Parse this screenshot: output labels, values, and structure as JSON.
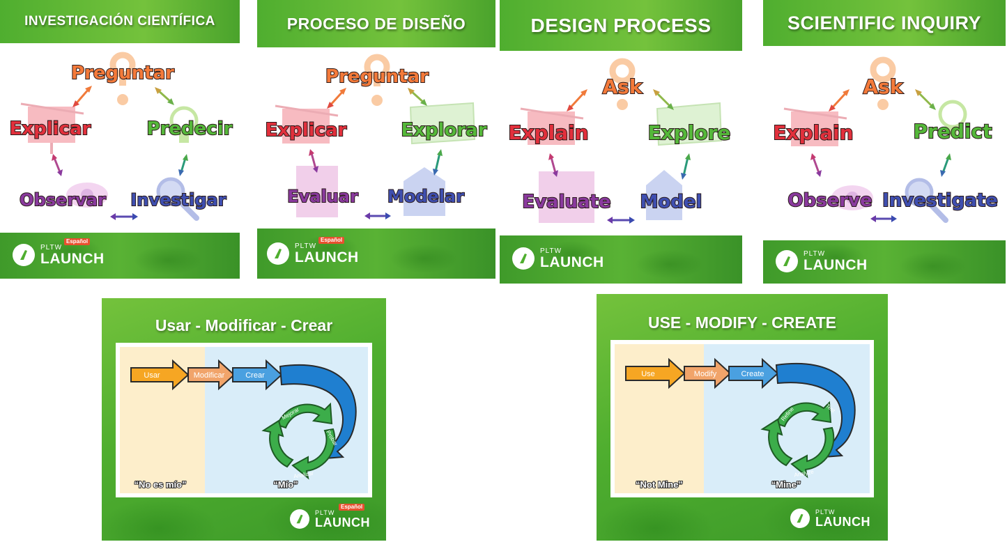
{
  "posters": {
    "inquiry_es": {
      "title": "INVESTIGACIÓN CIENTÍFICA",
      "nodes": {
        "top": "Preguntar",
        "left": "Explicar",
        "right": "Predecir",
        "bottom_left": "Observar",
        "bottom_right": "Investigar"
      },
      "logo": {
        "pltw": "PLTW",
        "launch": "LAUNCH",
        "badge": "Español"
      }
    },
    "design_es": {
      "title": "PROCESO DE DISEÑO",
      "nodes": {
        "top": "Preguntar",
        "left": "Explicar",
        "right": "Explorar",
        "bottom_left": "Evaluar",
        "bottom_right": "Modelar"
      },
      "logo": {
        "pltw": "PLTW",
        "launch": "LAUNCH",
        "badge": "Español"
      }
    },
    "design_en": {
      "title": "DESIGN PROCESS",
      "nodes": {
        "top": "Ask",
        "left": "Explain",
        "right": "Explore",
        "bottom_left": "Evaluate",
        "bottom_right": "Model"
      },
      "logo": {
        "pltw": "PLTW",
        "launch": "LAUNCH"
      }
    },
    "inquiry_en": {
      "title": "SCIENTIFIC INQUIRY",
      "nodes": {
        "top": "Ask",
        "left": "Explain",
        "right": "Predict",
        "bottom_left": "Observe",
        "bottom_right": "Investigate"
      },
      "logo": {
        "pltw": "PLTW",
        "launch": "LAUNCH"
      }
    },
    "umc_es": {
      "title": "Usar - Modificar - Crear",
      "arrows": [
        "Usar",
        "Modificar",
        "Crear"
      ],
      "cycle": [
        "Mejorar",
        "Probar",
        "Analizar"
      ],
      "zones": [
        "“No es mío”",
        "“Mío”"
      ],
      "logo": {
        "pltw": "PLTW",
        "launch": "LAUNCH",
        "badge": "Español"
      }
    },
    "umc_en": {
      "title": "USE - MODIFY - CREATE",
      "arrows": [
        "Use",
        "Modify",
        "Create"
      ],
      "cycle": [
        "Refine",
        "Test",
        "Analyze"
      ],
      "zones": [
        "“Not Mine”",
        "“Mine”"
      ],
      "logo": {
        "pltw": "PLTW",
        "launch": "LAUNCH"
      }
    }
  },
  "colors": {
    "green": "#4fae2f",
    "ask": "#f47a3a",
    "explain": "#e2303c",
    "right_node": "#55b83a",
    "observe": "#8a3a9e",
    "investigate": "#3f4fb0",
    "yellow_zone": "#fdeecb",
    "blue_zone": "#d9edf9",
    "arrow_orange": "#f6a623",
    "arrow_blue": "#1f7fd0",
    "cycle_green": "#3cad4a"
  }
}
